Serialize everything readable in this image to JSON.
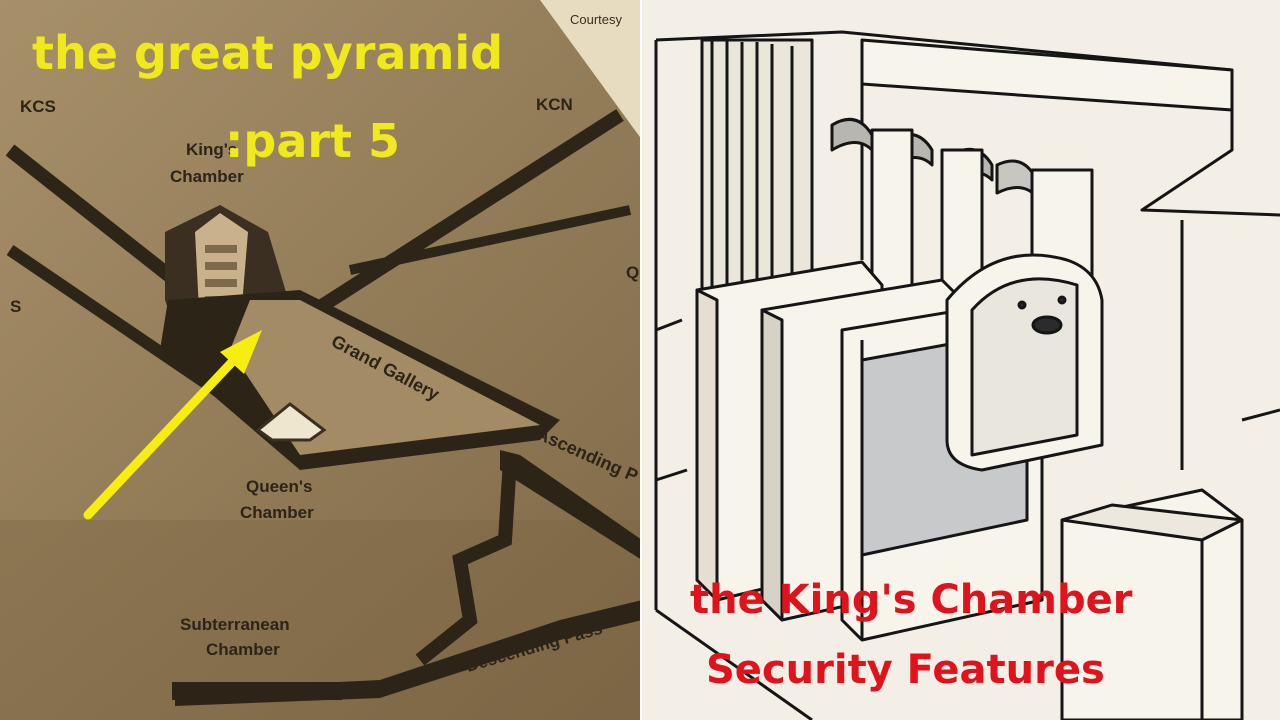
{
  "left_diagram": {
    "courtesy": "Courtesy",
    "kcs": "KCS",
    "kcn": "KCN",
    "kings_chamber_line1": "King's",
    "kings_chamber_line2": "Chamber",
    "grand_gallery": "Grand Gallery",
    "ascending": "Ascending P",
    "queens_chamber_line1": "Queen's",
    "queens_chamber_line2": "Chamber",
    "subterranean_line1": "Subterranean",
    "subterranean_line2": "Chamber",
    "descending": "Descending Pass",
    "edge_s": "S",
    "edge_q": "Q"
  },
  "title": {
    "line1": "the great pyramid",
    "line2": ":part 5"
  },
  "caption": {
    "line1": "the King's Chamber",
    "line2": "Security Features"
  },
  "colors": {
    "title_yellow": "#f0ea1c",
    "caption_red": "#e0121b",
    "arrow_yellow": "#f5ee10"
  }
}
